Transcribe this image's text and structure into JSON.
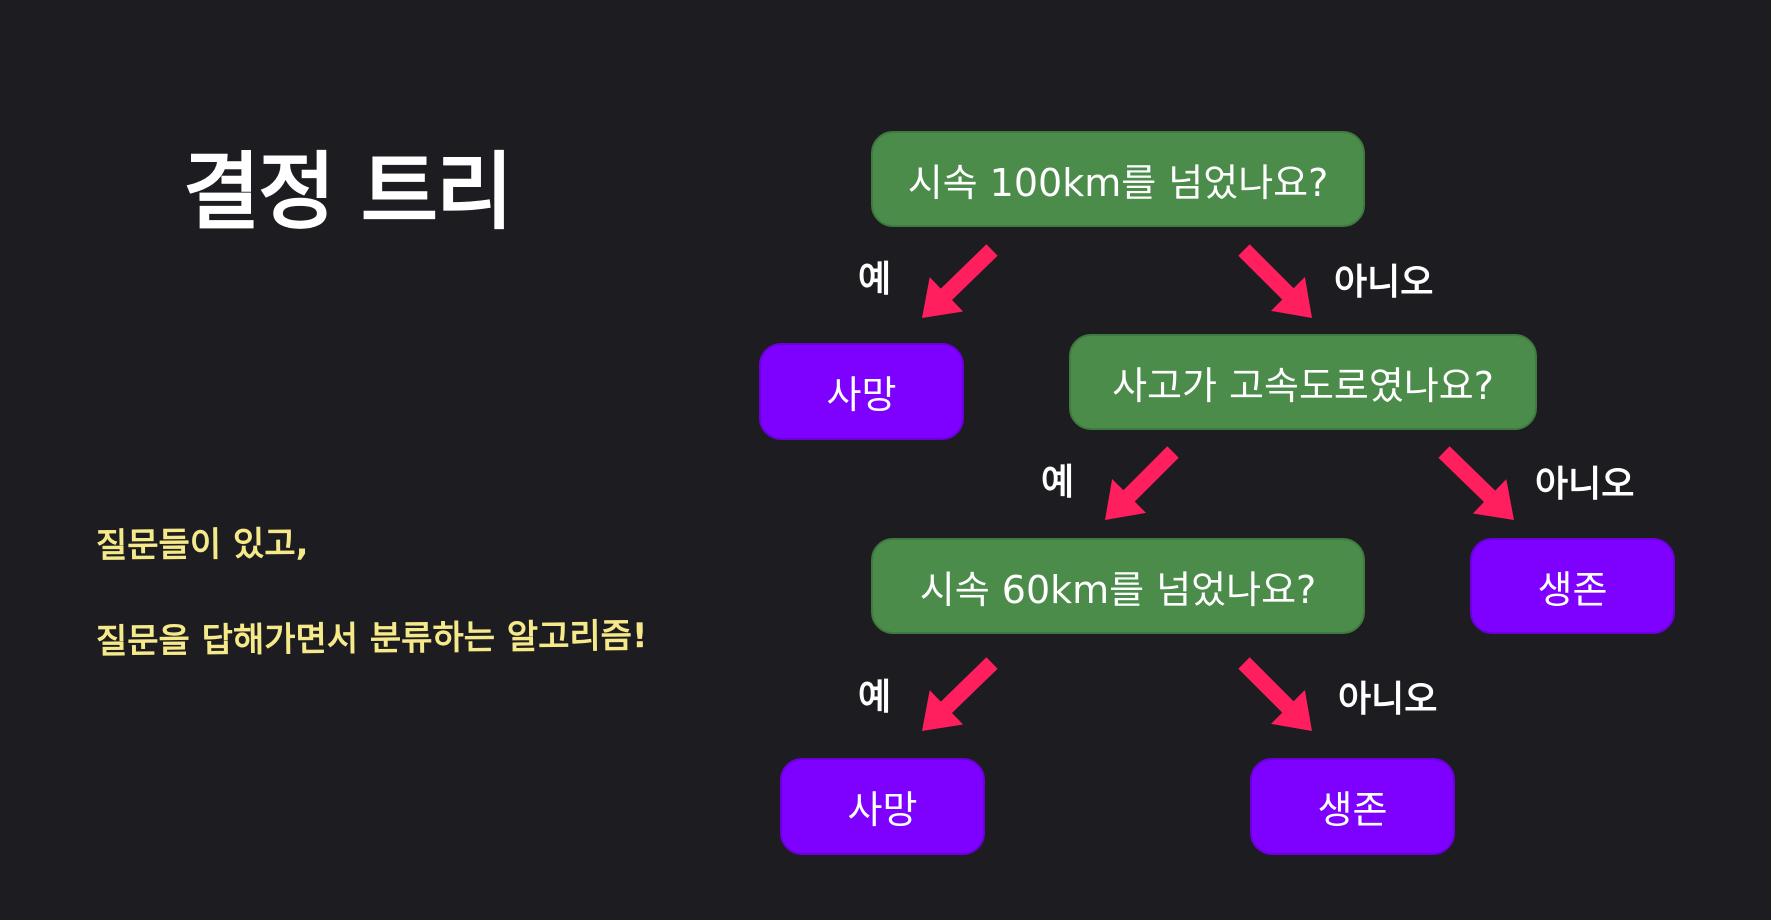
{
  "title": "결정 트리",
  "description": {
    "line1": "질문들이 있고,",
    "line2": "질문을 답해가면서 분류하는 알고리즘!"
  },
  "colors": {
    "background": "#1c1c21",
    "question_node": "#4b8c4a",
    "result_node": "#7e00ff",
    "arrow": "#ff1f5e",
    "description_text": "#f5e98a"
  },
  "tree": {
    "q1": {
      "label": "시속 100km를 넘었나요?"
    },
    "r1": {
      "label": "사망"
    },
    "q2": {
      "label": "사고가 고속도로였나요?"
    },
    "q3": {
      "label": "시속 60km를 넘었나요?"
    },
    "r2": {
      "label": "생존"
    },
    "r3": {
      "label": "사망"
    },
    "r4": {
      "label": "생존"
    }
  },
  "edges": {
    "q1_yes": "예",
    "q1_no": "아니오",
    "q2_yes": "예",
    "q2_no": "아니오",
    "q3_yes": "예",
    "q3_no": "아니오"
  }
}
